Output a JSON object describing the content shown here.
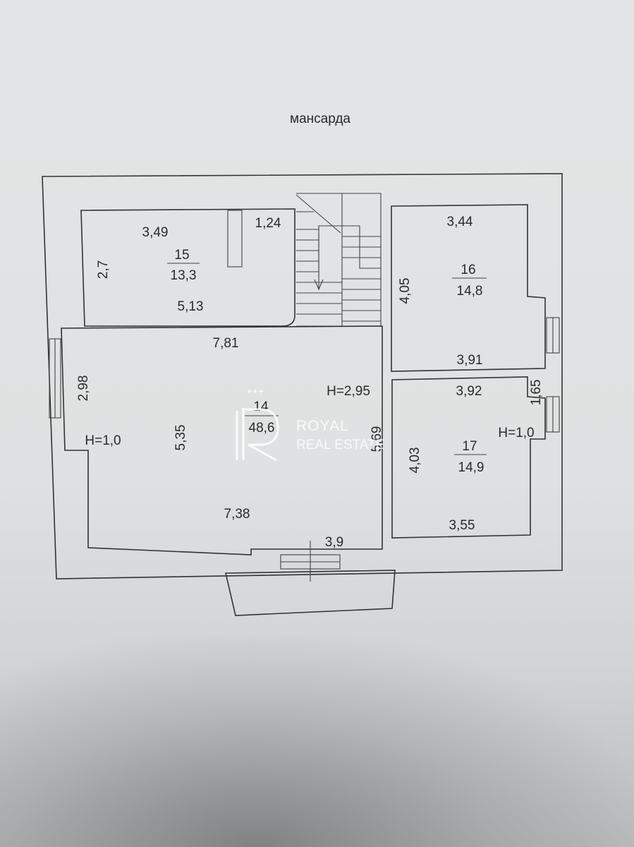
{
  "title": "мансарда",
  "rooms": [
    {
      "number": "15",
      "area": "13,3"
    },
    {
      "number": "16",
      "area": "14,8"
    },
    {
      "number": "14",
      "area": "48,6"
    },
    {
      "number": "17",
      "area": "14,9"
    }
  ],
  "dimensions": {
    "r15_top": "3,49",
    "r15_top_right": "1,24",
    "r15_left": "2,7",
    "r15_bottom": "5,13",
    "r16_top": "3,44",
    "r16_left": "4,05",
    "r16_bottom": "3,91",
    "r14_top": "7,81",
    "r14_left_upper": "2,98",
    "r14_left": "5,35",
    "r14_right": "5,69",
    "r14_bottom": "7,38",
    "r14_bottom_right": "3,9",
    "r17_top": "3,92",
    "r17_right": "1,65",
    "r17_left": "4,03",
    "r17_bottom": "3,55"
  },
  "heights": {
    "h_left": "H=1,0",
    "h_center": "H=2,95",
    "h_right": "H=1,0"
  },
  "watermark": {
    "line1": "ROYAL",
    "line2": "REAL ESTATE",
    "stars": "✦✦✦"
  }
}
